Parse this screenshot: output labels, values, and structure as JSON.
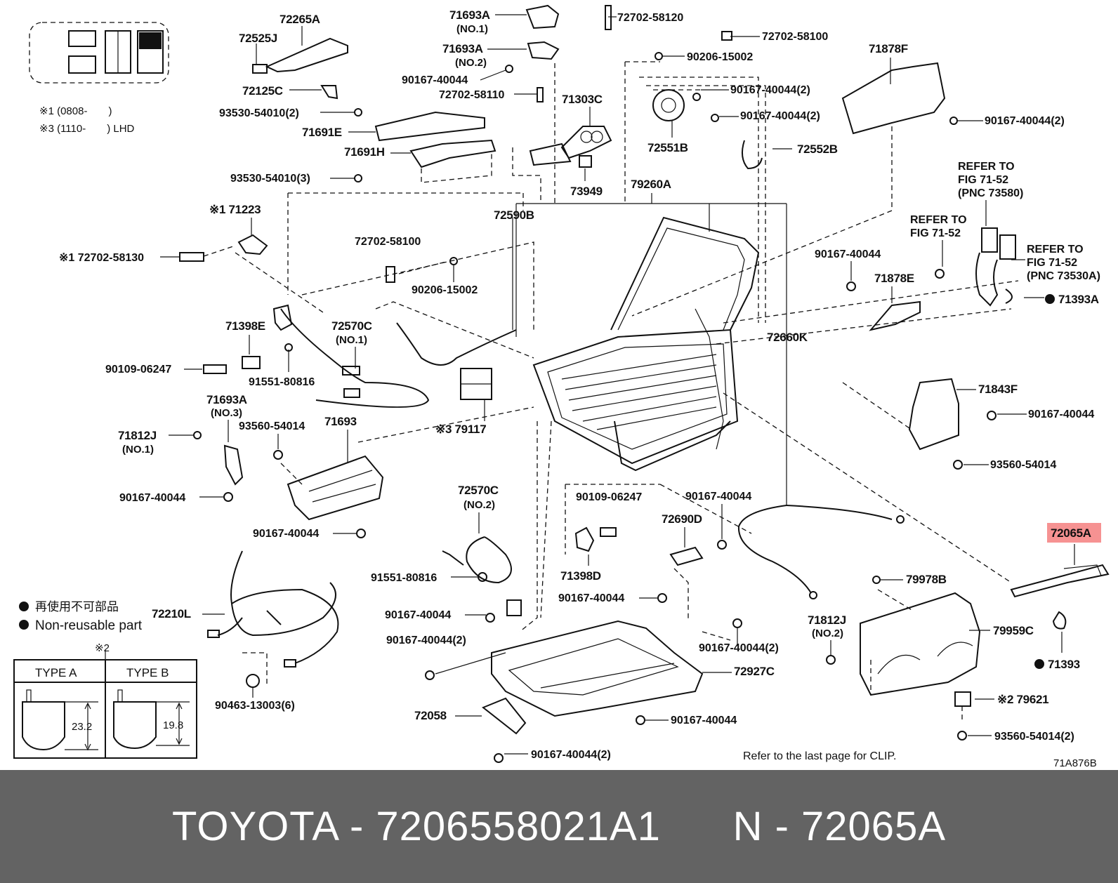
{
  "legend": {
    "note1": "※1 (0808-　　)",
    "note3": "※3 (1110-　　) LHD",
    "bullet_jp": "再使用不可部品",
    "bullet_en": "Non-reusable part",
    "type_mark": "※2",
    "type_a": "TYPE A",
    "type_b": "TYPE B",
    "dim_a": "23.2",
    "dim_b": "19.8"
  },
  "labels": {
    "l72265A": "72265A",
    "l72525J": "72525J",
    "l72125C": "72125C",
    "l93530_2": "93530-54010(2)",
    "l71691E": "71691E",
    "l71691H": "71691H",
    "l93530_3": "93530-54010(3)",
    "l71693A1": "71693A",
    "l71693A1n": "(NO.1)",
    "l71693A2": "71693A",
    "l71693A2n": "(NO.2)",
    "l90167a": "90167-40044",
    "l72702_58110": "72702-58110",
    "l71303C": "71303C",
    "l73949": "73949",
    "l72702_58120": "72702-58120",
    "l72702_58100a": "72702-58100",
    "l90206a": "90206-15002",
    "l90167_2a": "90167-40044(2)",
    "l90167_2b": "90167-40044(2)",
    "l72551B": "72551B",
    "l72552B": "72552B",
    "l71878F": "71878F",
    "l90167_2c": "90167-40044(2)",
    "l79260A": "79260A",
    "l71223": "※1 71223",
    "l72702_58130": "※1 72702-58130",
    "l72590B": "72590B",
    "l72702_58100b": "72702-58100",
    "l90206b": "90206-15002",
    "l71398E": "71398E",
    "l72570C1": "72570C",
    "l72570C1n": "(NO.1)",
    "l90109a": "90109-06247",
    "l91551a": "91551-80816",
    "l71693A3": "71693A",
    "l71693A3n": "(NO.3)",
    "l93560a": "93560-54014",
    "l71693": "71693",
    "l71812J1": "71812J",
    "l71812J1n": "(NO.1)",
    "l90167b": "90167-40044",
    "l90167c": "90167-40044",
    "l79117": "※3 79117",
    "l72660K": "72660K",
    "l90167d": "90167-40044",
    "l71878E": "71878E",
    "refer1": "REFER TO",
    "refer1b": "FIG 71-52",
    "refer1c": "(PNC 73580)",
    "refer2": "REFER TO",
    "refer2b": "FIG 71-52",
    "refer3": "REFER TO",
    "refer3b": "FIG 71-52",
    "refer3c": "(PNC 73530A)",
    "l71393A": "71393A",
    "l71843F": "71843F",
    "l90167e": "90167-40044",
    "l93560b": "93560-54014",
    "l72570C2": "72570C",
    "l72570C2n": "(NO.2)",
    "l90109b": "90109-06247",
    "l90167f": "90167-40044",
    "l72690D": "72690D",
    "l71398D": "71398D",
    "l90167g": "90167-40044",
    "l72065A": "72065A",
    "l91551b": "91551-80816",
    "l79978B": "79978B",
    "l71812J2": "71812J",
    "l71812J2n": "(NO.2)",
    "l90167h": "90167-40044",
    "l72210L": "72210L",
    "l90167_2d": "90167-40044(2)",
    "l90167_2e": "90167-40044(2)",
    "l72927C": "72927C",
    "l79959C": "79959C",
    "l71393": "71393",
    "l79621": "※2 79621",
    "l72058": "72058",
    "l90167i": "90167-40044",
    "l93560_2": "93560-54014(2)",
    "l90463": "90463-13003(6)",
    "l90167_2f": "90167-40044(2)",
    "refer_clip": "Refer to the last page for CLIP.",
    "fig_code": "71A876B"
  },
  "footer": {
    "text": "TOYOTA - 7206558021A1      N - 72065A"
  },
  "colors": {
    "highlight": "#f47f7f",
    "footer_bg": "#636363"
  }
}
